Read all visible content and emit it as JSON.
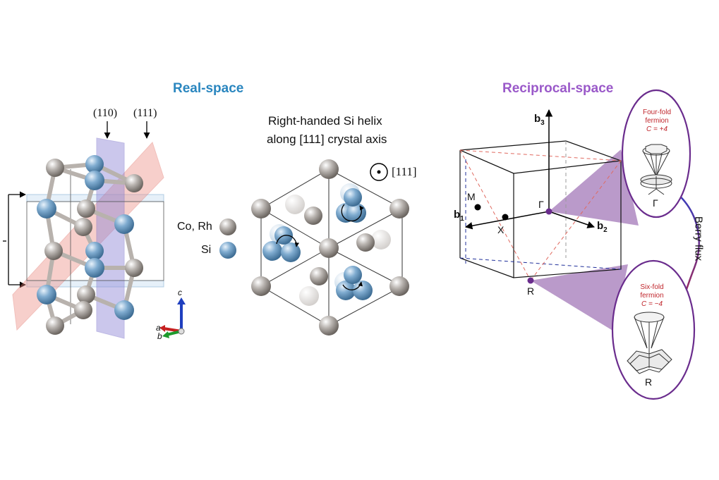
{
  "colors": {
    "real_space_title": "#2a86bf",
    "reciprocal_space_title": "#9a59c9",
    "co_rh_atom": "#a19b96",
    "si_atom": "#6f9ec3",
    "plane_110": "#8d85d6",
    "plane_111": "#ee8f86",
    "cone_region": "#8c56a6",
    "circle_outline": "#6a2c8d",
    "fermion_text": "#c0262c"
  },
  "titles": {
    "real_space": "Real-space",
    "reciprocal_space": "Reciprocal-space"
  },
  "real_space": {
    "plane_110": "(110)",
    "plane_111": "(111)",
    "legend_co_rh": "Co, Rh",
    "legend_si": "Si",
    "axis_a": "a",
    "axis_b": "b",
    "axis_c": "c"
  },
  "helix": {
    "caption_line1": "Right-handed Si helix",
    "caption_line2": "along [111] crystal axis",
    "direction_label": "[111]",
    "direction_icon": "dot-in-circle-icon"
  },
  "reciprocal": {
    "b1_base": "b",
    "b1_sub": "1",
    "b2_base": "b",
    "b2_sub": "2",
    "b3_base": "b",
    "b3_sub": "3",
    "point_M": "M",
    "point_X": "X",
    "point_Gamma": "Γ",
    "point_R": "R",
    "berry_flux": "Berry flux",
    "top_fermion": {
      "line1": "Four-fold",
      "line2": "fermion",
      "chern": "C = +4",
      "point": "Γ"
    },
    "bottom_fermion": {
      "line1": "Six-fold",
      "line2": "fermion",
      "chern": "C = −4",
      "point": "R"
    }
  }
}
